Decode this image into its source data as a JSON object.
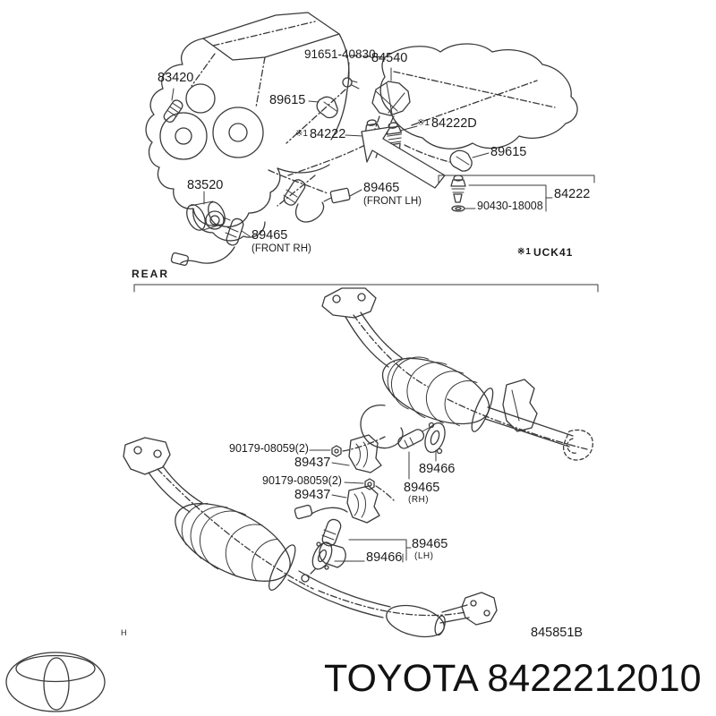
{
  "branding": {
    "title": "TOYOTA 8422212010",
    "logo_color": "#cf0a2c"
  },
  "front": {
    "rear_label": "REAR",
    "note": {
      "prefix": "※1",
      "text": "UCK41"
    },
    "labels": {
      "p83420": {
        "text": "83420"
      },
      "p91651": {
        "text": "91651-40830"
      },
      "p84540": {
        "text": "84540"
      },
      "p89615_left": {
        "text": "89615"
      },
      "p84222_engine": {
        "prefix": "※1",
        "text": "84222"
      },
      "p84222d": {
        "prefix": "※1",
        "text": "84222D"
      },
      "p89615_right": {
        "text": "89615"
      },
      "p83520": {
        "text": "83520"
      },
      "p89465_front_lh": {
        "text": "89465",
        "sub": "(FRONT LH)"
      },
      "p89465_front_rh": {
        "text": "89465",
        "sub": "(FRONT RH)"
      },
      "p84222_kit": {
        "text": "84222"
      },
      "p90430": {
        "text": "90430-18008"
      }
    }
  },
  "rear": {
    "figure_code": "845851B",
    "corner_mark": "H",
    "labels": {
      "p90179_upper": {
        "text": "90179-08059(2)"
      },
      "p89437_upper": {
        "text": "89437"
      },
      "p90179_lower": {
        "text": "90179-08059(2)"
      },
      "p89437_lower": {
        "text": "89437"
      },
      "p89466_rh": {
        "text": "89466"
      },
      "p89465_rh": {
        "text": "89465",
        "sub": "(RH)"
      },
      "p89466_lh": {
        "text": "89466"
      },
      "p89465_lh": {
        "text": "89465",
        "sub": "(LH)"
      }
    }
  }
}
